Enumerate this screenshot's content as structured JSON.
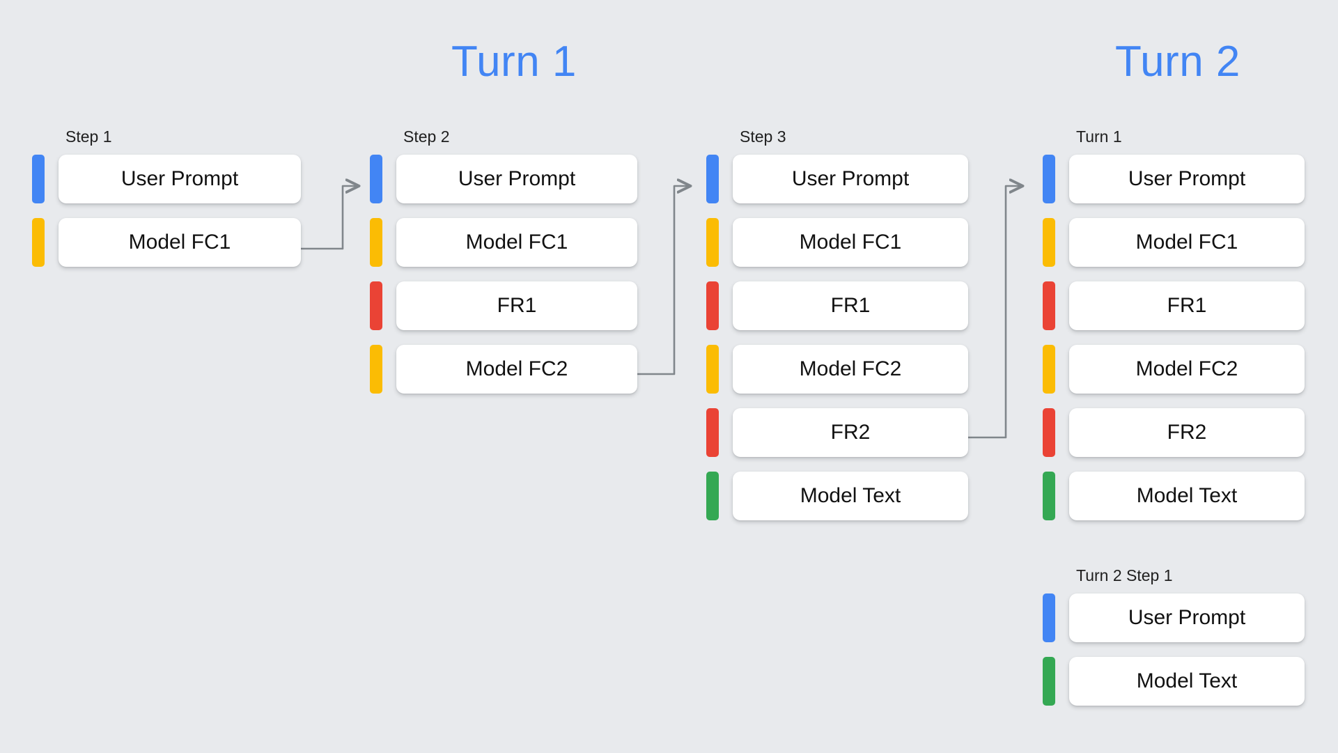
{
  "background_color": "#E8EAED",
  "palette": {
    "blue": "#4285F4",
    "yellow": "#FBBC04",
    "red": "#EA4335",
    "green": "#34A853",
    "connector": "#80868B",
    "card": "#FFFFFF",
    "text": "#111111"
  },
  "headings": [
    {
      "label": "Turn 1"
    },
    {
      "label": "Turn 2"
    }
  ],
  "groups": [
    {
      "label": "Step 1",
      "rows": [
        {
          "label": "User Prompt",
          "color": "blue"
        },
        {
          "label": "Model FC1",
          "color": "yellow"
        }
      ]
    },
    {
      "label": "Step 2",
      "rows": [
        {
          "label": "User Prompt",
          "color": "blue"
        },
        {
          "label": "Model FC1",
          "color": "yellow"
        },
        {
          "label": "FR1",
          "color": "red"
        },
        {
          "label": "Model FC2",
          "color": "yellow"
        }
      ]
    },
    {
      "label": "Step 3",
      "rows": [
        {
          "label": "User Prompt",
          "color": "blue"
        },
        {
          "label": "Model FC1",
          "color": "yellow"
        },
        {
          "label": "FR1",
          "color": "red"
        },
        {
          "label": "Model FC2",
          "color": "yellow"
        },
        {
          "label": "FR2",
          "color": "red"
        },
        {
          "label": "Model Text",
          "color": "green"
        }
      ]
    },
    {
      "label": "Turn 1",
      "rows": [
        {
          "label": "User Prompt",
          "color": "blue"
        },
        {
          "label": "Model FC1",
          "color": "yellow"
        },
        {
          "label": "FR1",
          "color": "red"
        },
        {
          "label": "Model FC2",
          "color": "yellow"
        },
        {
          "label": "FR2",
          "color": "red"
        },
        {
          "label": "Model Text",
          "color": "green"
        }
      ]
    },
    {
      "label": "Turn 2 Step 1",
      "rows": [
        {
          "label": "User Prompt",
          "color": "blue"
        },
        {
          "label": "Model Text",
          "color": "green"
        }
      ]
    }
  ],
  "connectors": [
    {
      "from": "step-1-model-fc1",
      "to": "step-2-user-prompt"
    },
    {
      "from": "step-2-model-fc2",
      "to": "step-3-user-prompt"
    },
    {
      "from": "step-3-fr2",
      "to": "turn-1-user-prompt"
    }
  ]
}
